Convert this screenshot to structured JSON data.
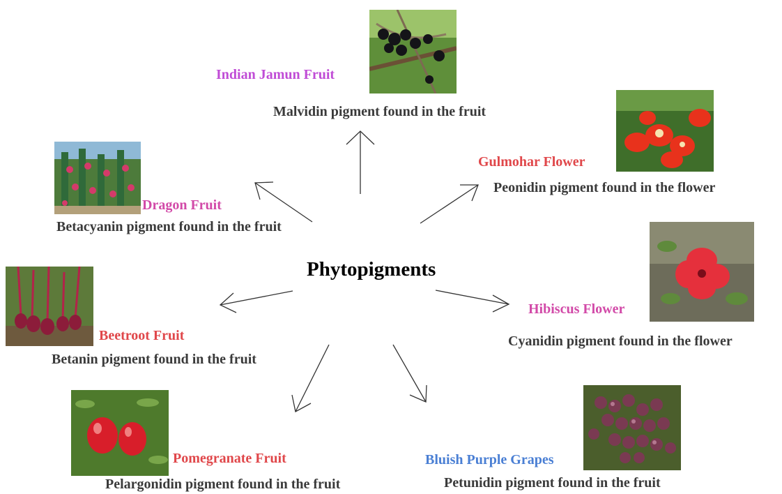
{
  "title": "Phytopigments",
  "items": [
    {
      "name": "Indian Jamun Fruit",
      "name_color": "#c04cd6",
      "pigment": "Malvidin pigment found in the fruit",
      "picture": "jamun-fruit-photo"
    },
    {
      "name": "Gulmohar Flower",
      "name_color": "#e0474a",
      "pigment": "Peonidin pigment found in the flower",
      "picture": "gulmohar-flower-photo"
    },
    {
      "name": "Hibiscus Flower",
      "name_color": "#d24aa8",
      "pigment": "Cyanidin pigment found in the flower",
      "picture": "hibiscus-flower-photo"
    },
    {
      "name": "Bluish Purple Grapes",
      "name_color": "#4a7fd4",
      "pigment": "Petunidin pigment found in the fruit",
      "picture": "grapes-photo"
    },
    {
      "name": "Pomegranate Fruit",
      "name_color": "#e0474a",
      "pigment": "Pelargonidin pigment found in the fruit",
      "picture": "pomegranate-photo"
    },
    {
      "name": "Beetroot Fruit",
      "name_color": "#e0474a",
      "pigment": "Betanin pigment found in the fruit",
      "picture": "beetroot-photo"
    },
    {
      "name": "Dragon Fruit",
      "name_color": "#d24aa8",
      "pigment": "Betacyanin pigment found in the fruit",
      "picture": "dragon-fruit-photo"
    }
  ]
}
